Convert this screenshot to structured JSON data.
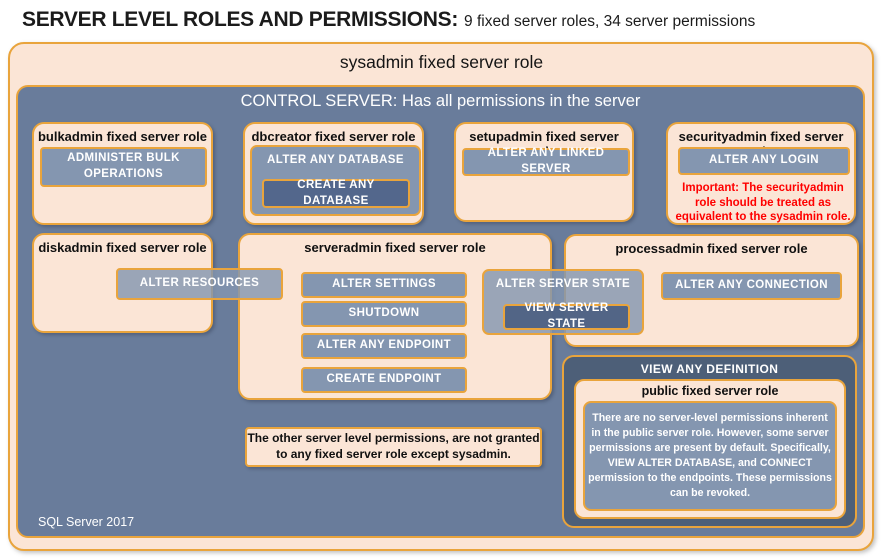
{
  "page_title": {
    "main": "SERVER LEVEL ROLES AND PERMISSIONS:",
    "suffix": "9 fixed server roles, 34 server permissions"
  },
  "sysadmin": {
    "label": "sysadmin fixed server role"
  },
  "control_server": {
    "label": "CONTROL SERVER: Has all permissions in the server"
  },
  "roles": {
    "bulkadmin": {
      "title": "bulkadmin fixed server role",
      "permission": "ADMINISTER  BULK\nOPERATIONS"
    },
    "dbcreator": {
      "title": "dbcreator fixed server role",
      "outer_permission": "ALTER ANY DATABASE",
      "inner_permission": "CREATE ANY DATABASE"
    },
    "setupadmin": {
      "title": "setupadmin fixed server role",
      "permission": "ALTER ANY LINKED SERVER"
    },
    "securityadmin": {
      "title": "securityadmin fixed server role",
      "permission": "ALTER ANY LOGIN",
      "warning": "Important:  The securityadmin\nrole should  be treated as\nequivalent to the  sysadmin role."
    },
    "diskadmin": {
      "title": "diskadmin fixed server role",
      "permission": "ALTER RESOURCES"
    },
    "serveradmin": {
      "title": "serveradmin fixed server role",
      "perms": [
        "ALTER SETTINGS",
        "SHUTDOWN",
        "ALTER ANY ENDPOINT",
        "CREATE ENDPOINT"
      ],
      "outer_permission": "ALTER SERVER STATE",
      "inner_permission": "VIEW SERVER STATE"
    },
    "processadmin": {
      "title": "processadmin fixed server role",
      "permission": "ALTER ANY CONNECTION"
    },
    "public": {
      "banner": "VIEW ANY DEFINITION",
      "title": "public fixed server role",
      "description": "There are no server-level permissions inherent\nin the public server role. However, some server\npermissions are present by default. Specifically,\nVIEW ALTER DATABASE, and CONNECT\npermission to the endpoints. These permissions\ncan be revoked."
    }
  },
  "footnote": "The other server level permissions,  are not granted\nto any fixed server role except sysadmin.",
  "footer": "SQL Server 2017",
  "colors": {
    "gold_border": "#E9A43C",
    "peach_fill": "#FBE5D6",
    "slate_blue_fill": "#697C9B",
    "button_blue_fill": "#8496B0",
    "dark_button_fill": "#53678C",
    "panel_dark_blue_fill": "#4D5F78",
    "warning_red": "#FF0000"
  }
}
